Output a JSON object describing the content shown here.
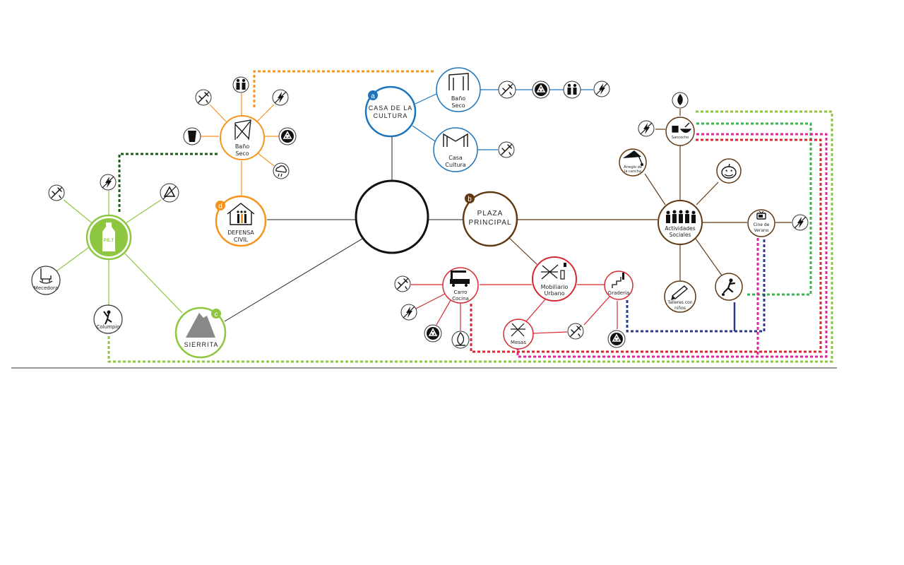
{
  "colors": {
    "green": "#8dc63f",
    "orange": "#f7941d",
    "blue": "#1c75bc",
    "brown": "#603913",
    "red": "#d7282f",
    "dark_green": "#1a5d1a",
    "dashed_green": "#39b54a",
    "magenta": "#e0279a",
    "navy": "#2b3990",
    "line": "#222222"
  },
  "hubs": {
    "center": {
      "label": ""
    },
    "casa_cultura": {
      "badge": "a",
      "line1": "CASA DE LA",
      "line2": "CULTURA"
    },
    "plaza_principal": {
      "badge": "b",
      "line1": "PLAZA",
      "line2": "PRINCIPAL"
    },
    "sierrita": {
      "badge": "c",
      "line1": "SIERRITA"
    },
    "defensa_civil": {
      "badge": "d",
      "line1": "DEFENSA",
      "line2": "CIVIL"
    },
    "pet": {
      "label": "P.E.T"
    }
  },
  "nodes": {
    "bano_seco_orange": {
      "line1": "Baño",
      "line2": "Seco"
    },
    "bano_seco_blue": {
      "line1": "Baño",
      "line2": "Seco"
    },
    "casa_cultura_small": {
      "line1": "Casa",
      "line2": "Cultura"
    },
    "mecedora": {
      "line1": "Mecedora"
    },
    "columpio": {
      "line1": "Columpio"
    },
    "carro_cocina": {
      "line1": "Carro",
      "line2": "Cocina"
    },
    "mobiliario_urbano": {
      "line1": "Mobiliario",
      "line2": "Urbano"
    },
    "graderia": {
      "line1": "Gradería"
    },
    "mesas": {
      "line1": "Mesas"
    },
    "actividades_sociales": {
      "line1": "Actividades",
      "line2": "Sociales"
    },
    "sancocho": {
      "line1": "Sancocho"
    },
    "arreglo_cancha": {
      "line1": "Arreglo de",
      "line2": "la cancha"
    },
    "cine_verano": {
      "line1": "Cine de",
      "line2": "Verano"
    },
    "talleres": {
      "line1": "Talleres con",
      "line2": "niños"
    }
  },
  "icons": [
    "tools-icon",
    "people-icon",
    "lightning-bolt-icon",
    "recycle-icon",
    "bin-icon",
    "cloud-rain-icon",
    "pumpkin-icon",
    "fire-icon",
    "pencil-icon",
    "soccer-player-icon",
    "tv-icon",
    "swing-icon",
    "rocking-chair-icon",
    "mountain-icon",
    "bottle-icon",
    "house-icon",
    "dry-toilet-icon",
    "structure-icon",
    "cooking-cart-icon",
    "table-icon",
    "bleachers-icon",
    "pot-icon"
  ]
}
